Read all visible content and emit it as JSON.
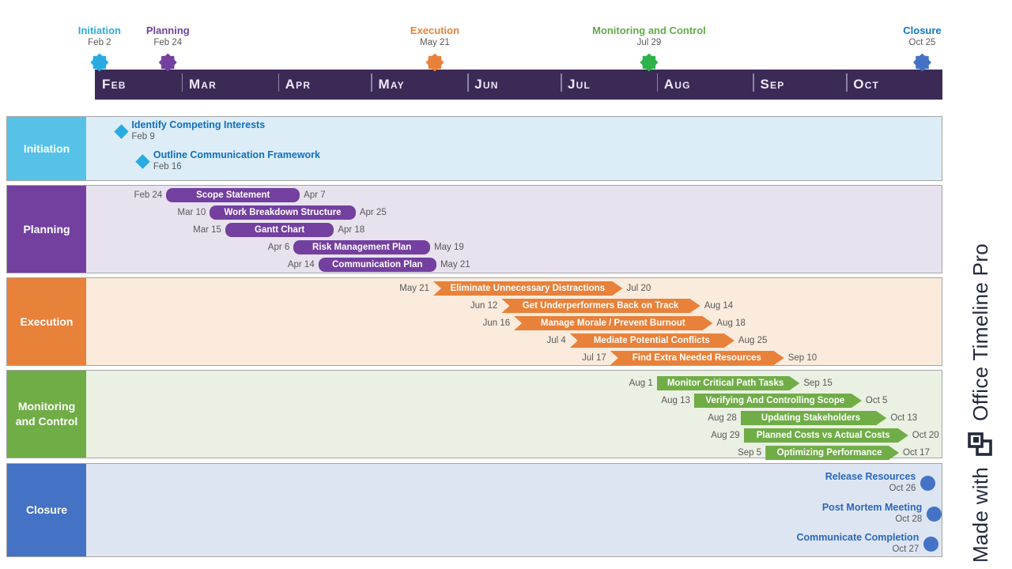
{
  "branding": {
    "made_with": "Made with",
    "product": "Office Timeline Pro",
    "text_color": "#232A3E"
  },
  "chart_data": {
    "type": "bar",
    "subtype": "gantt-timeline",
    "axis": {
      "unit": "month",
      "months": [
        "Feb",
        "Mar",
        "Apr",
        "May",
        "Jun",
        "Jul",
        "Aug",
        "Sep",
        "Oct"
      ],
      "band_bg": "#3B2A56",
      "month_text_color": "#EDE8F6"
    },
    "date_text_color": "#595959",
    "top_milestones": [
      {
        "name": "Initiation",
        "date": "Feb 2",
        "star_color": "#29ABE2",
        "label_color": "#29ABE2"
      },
      {
        "name": "Planning",
        "date": "Feb 24",
        "star_color": "#7340A0",
        "label_color": "#7340A0"
      },
      {
        "name": "Execution",
        "date": "May 21",
        "star_color": "#E8823B",
        "label_color": "#E8823B"
      },
      {
        "name": "Monitoring and Control",
        "date": "Jul 29",
        "star_color": "#2EB34A",
        "label_color": "#5FAD46"
      },
      {
        "name": "Closure",
        "date": "Oct 25",
        "star_color": "#4472C4",
        "label_color": "#0E7AC4"
      }
    ],
    "phases": [
      {
        "id": "initiation",
        "label": "Initiation",
        "type": "diamond",
        "label_bg": "#56C2E8",
        "row_bg": "#DCEDF8",
        "shape_color": "#29ABE2",
        "item_text_color": "#1070C0",
        "items": [
          {
            "label": "Identify Competing Interests",
            "date": "Feb 9"
          },
          {
            "label": "Outline Communication Framework",
            "date": "Feb 16"
          }
        ]
      },
      {
        "id": "planning",
        "label": "Planning",
        "type": "bar",
        "label_bg": "#7340A0",
        "row_bg": "#E8E2EF",
        "shape_color": "#7340A0",
        "items": [
          {
            "label": "Scope Statement",
            "start": "Feb 24",
            "end": "Apr 7"
          },
          {
            "label": "Work Breakdown Structure",
            "start": "Mar 10",
            "end": "Apr 25"
          },
          {
            "label": "Gantt Chart",
            "start": "Mar 15",
            "end": "Apr 18"
          },
          {
            "label": "Risk Management Plan",
            "start": "Apr 6",
            "end": "May 19"
          },
          {
            "label": "Communication Plan",
            "start": "Apr 14",
            "end": "May 21"
          }
        ]
      },
      {
        "id": "execution",
        "label": "Execution",
        "type": "arrow-notch",
        "label_bg": "#E8813A",
        "row_bg": "#FBEBDC",
        "shape_color": "#E8813A",
        "items": [
          {
            "label": "Eliminate Unnecessary Distractions",
            "start": "May 21",
            "end": "Jul 20"
          },
          {
            "label": "Get Underperformers Back on Track",
            "start": "Jun 12",
            "end": "Aug 14"
          },
          {
            "label": "Manage Morale / Prevent Burnout",
            "start": "Jun 16",
            "end": "Aug 18"
          },
          {
            "label": "Mediate Potential Conflicts",
            "start": "Jul 4",
            "end": "Aug 25"
          },
          {
            "label": "Find Extra Needed Resources",
            "start": "Jul 17",
            "end": "Sep 10"
          }
        ]
      },
      {
        "id": "monitoring",
        "label": "Monitoring and Control",
        "type": "arrow-flat",
        "label_bg": "#70AD47",
        "row_bg": "#EAF0E2",
        "shape_color": "#70AD47",
        "items": [
          {
            "label": "Monitor Critical Path Tasks",
            "start": "Aug 1",
            "end": "Sep 15"
          },
          {
            "label": "Verifying And Controlling Scope",
            "start": "Aug 13",
            "end": "Oct 5"
          },
          {
            "label": "Updating Stakeholders",
            "start": "Aug 28",
            "end": "Oct 13"
          },
          {
            "label": "Planned Costs vs Actual Costs",
            "start": "Aug 29",
            "end": "Oct 20"
          },
          {
            "label": "Optimizing Performance",
            "start": "Sep 5",
            "end": "Oct 17"
          }
        ]
      },
      {
        "id": "closure",
        "label": "Closure",
        "type": "circle",
        "label_bg": "#4472C4",
        "row_bg": "#DEE5F2",
        "shape_color": "#4472C4",
        "item_text_color": "#2A67BB",
        "items": [
          {
            "label": "Release Resources",
            "date": "Oct 26"
          },
          {
            "label": "Post Mortem Meeting",
            "date": "Oct 28"
          },
          {
            "label": "Communicate Completion",
            "date": "Oct 27"
          }
        ]
      }
    ]
  }
}
